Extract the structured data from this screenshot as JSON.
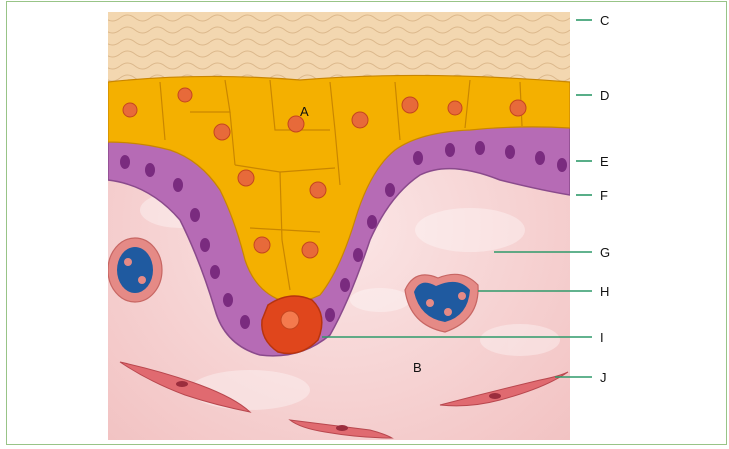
{
  "diagram": {
    "side_labels": [
      "C",
      "D",
      "E",
      "F",
      "G",
      "H",
      "I",
      "J"
    ],
    "inline_labels": [
      "A",
      "B"
    ]
  },
  "colors": {
    "frame": "#98c487",
    "leader": "#2f9a6a",
    "stratum_corneum": "#f3d7b0",
    "keratinocyte": "#f4b000",
    "basal_cell": "#b66bb5",
    "nucleus": "#7a2b7f",
    "dermis": "#f6cfcf",
    "tumor_cell": "#e0461c",
    "vessel_wall": "#e58a86",
    "vessel_lumen": "#1f5aa0",
    "fibroblast": "#e06a70"
  }
}
